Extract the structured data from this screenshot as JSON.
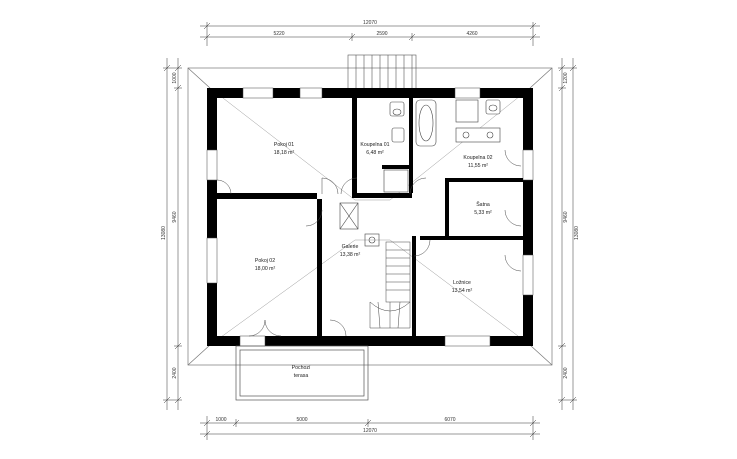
{
  "dimensions": {
    "top_total": "12070",
    "top_segments": [
      "5220",
      "2590",
      "4260"
    ],
    "bottom_total": "12070",
    "bottom_segments": [
      "1000",
      "5000",
      "6070"
    ],
    "left_outer": "13080",
    "left_top": "1000",
    "left_mid": "9460",
    "left_bottom": "2400",
    "right_outer": "13080",
    "right_top": "1200",
    "right_mid": "9460",
    "right_bottom": "2400"
  },
  "rooms": [
    {
      "name": "Pokoj 01",
      "area": "18,18 m²"
    },
    {
      "name": "Koupelna 01",
      "area": "6,48 m²"
    },
    {
      "name": "Koupelna 02",
      "area": "11,55 m²"
    },
    {
      "name": "Šatna",
      "area": "5,33 m²"
    },
    {
      "name": "Pokoj 02",
      "area": "18,00 m²"
    },
    {
      "name": "Galerie",
      "area": "13,38 m²"
    },
    {
      "name": "Ložnice",
      "area": "13,54 m²"
    }
  ],
  "terrace": {
    "line1": "Pochozí",
    "line2": "terasa"
  },
  "colors": {
    "wall": "#000000",
    "line": "#555555",
    "text": "#222222"
  }
}
